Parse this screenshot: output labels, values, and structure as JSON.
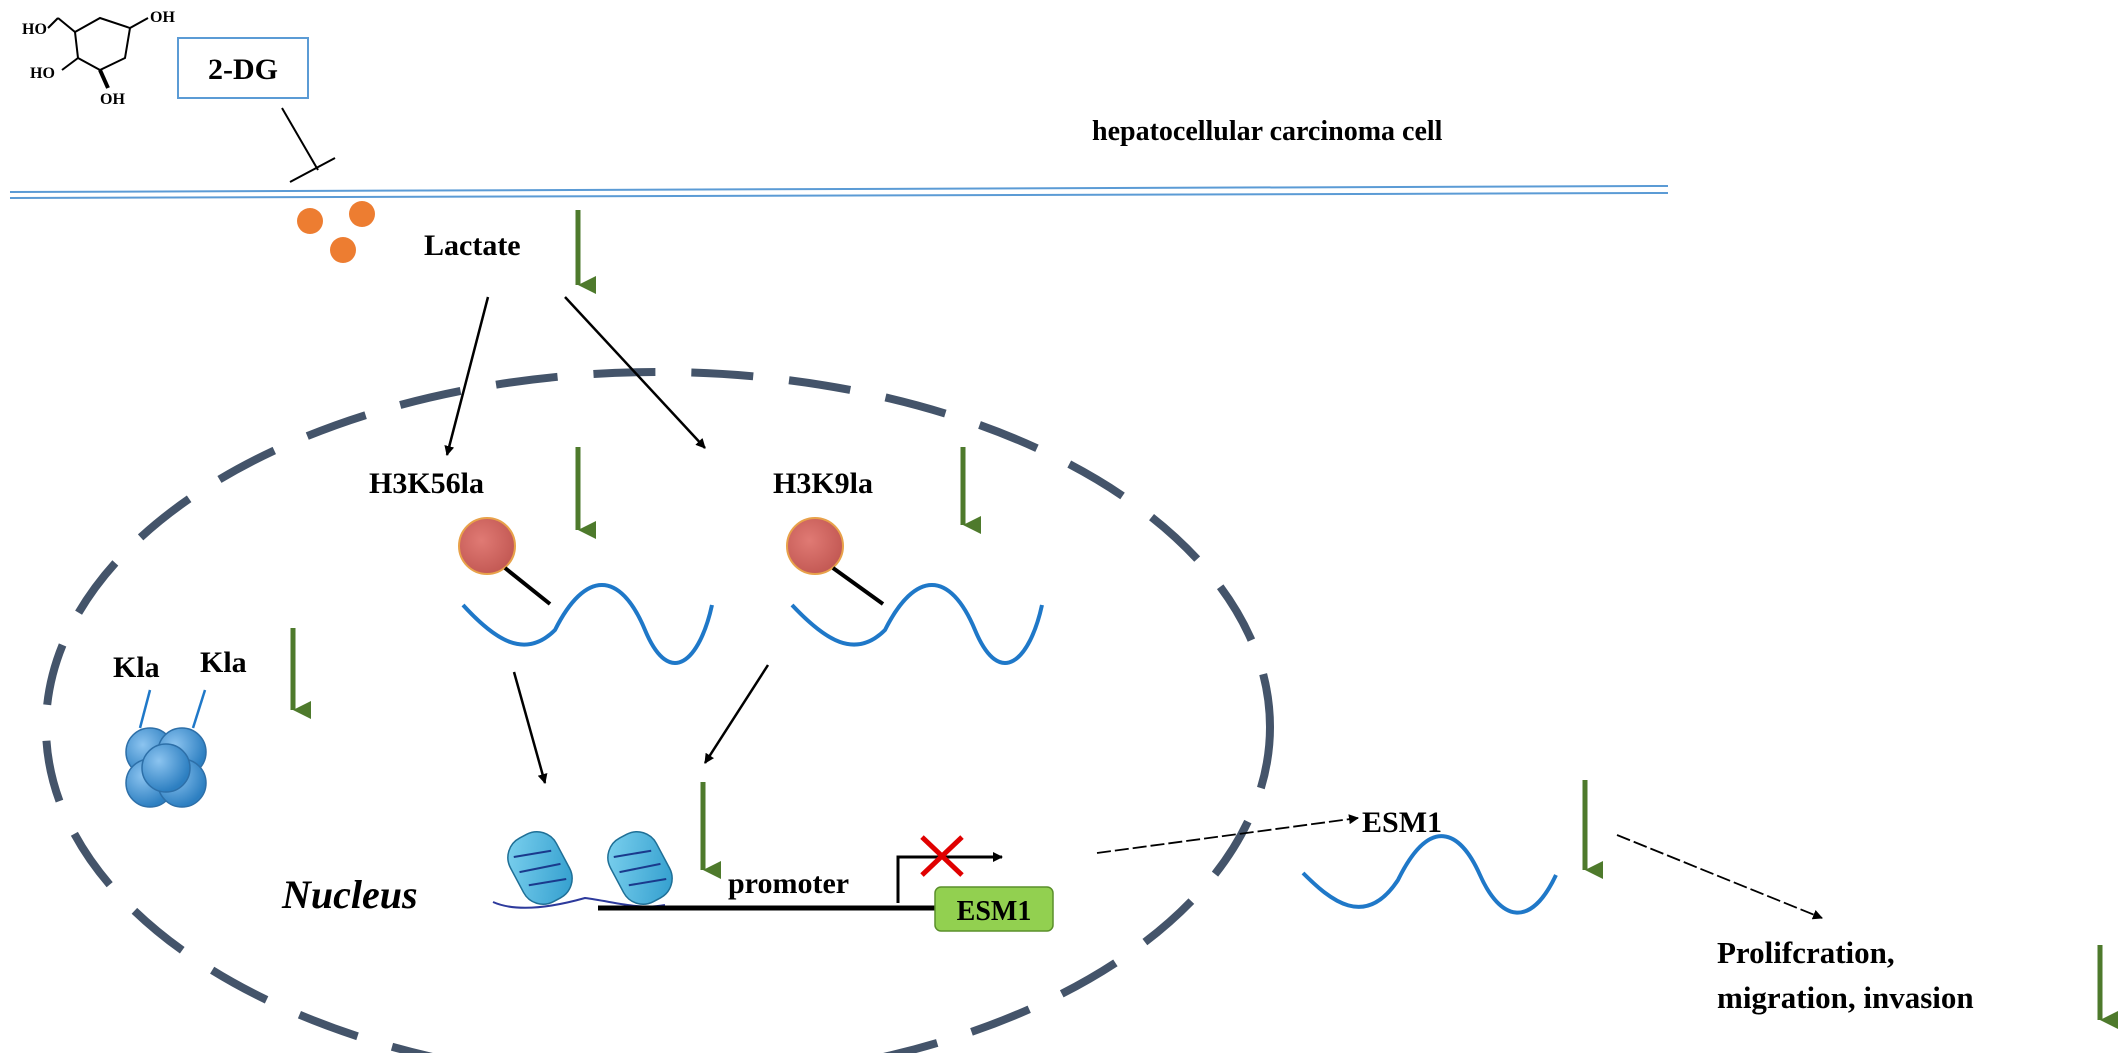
{
  "drug": {
    "label": "2-DG",
    "structure_labels": {
      "ho_top": "HO",
      "oh_top": "OH",
      "ho_left": "HO",
      "oh_bottom": "OH"
    }
  },
  "cell_label": "hepatocellular carcinoma cell",
  "lactate_label": "Lactate",
  "marks": {
    "h3k56": "H3K56la",
    "h3k9": "H3K9la",
    "kla1": "Kla",
    "kla2": "Kla"
  },
  "nucleus_label": "Nucleus",
  "promoter_label": "promoter",
  "gene_label": "ESM1",
  "esm1_mrna_label": "ESM1",
  "outcome": {
    "line1": "Prolifcration,",
    "line2": "migration, invasion"
  },
  "colors": {
    "membrane": "#5b9bd5",
    "nucleus_border": "#44546a",
    "down_arrow": "#4e7a2c",
    "lactate_dot": "#ed7d31",
    "lactyl_ball": "#cd5c5c",
    "dna_wave": "#1f78c8",
    "gene_box": "#92d050",
    "block_x": "#e00000",
    "nucleosome": "#3fa9d6"
  },
  "icons": [
    "downregulation-arrow-icon",
    "inhibition-bar-icon",
    "block-cross-icon",
    "nucleosome-icon",
    "protein-cluster-icon",
    "lactate-molecule-icon"
  ]
}
